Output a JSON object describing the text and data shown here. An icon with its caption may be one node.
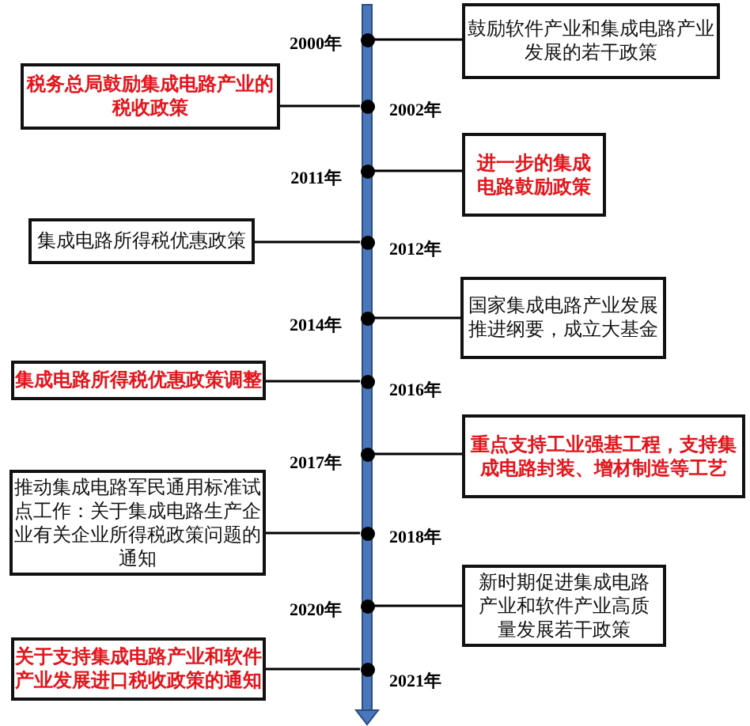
{
  "diagram": {
    "nodes": [
      {
        "text": [],
        "shape": "circle",
        "beside": [
          "2000年"
        ]
      },
      {
        "text": [
          "鼓励软件产业和集成电路产业发展的若干政策"
        ]
      },
      {
        "text": [],
        "shape": "circle",
        "beside": [
          "2002年"
        ]
      },
      {
        "text": [
          "税务总局鼓励集成电路产业的税收政策"
        ]
      },
      {
        "text": [],
        "shape": "circle",
        "beside": [
          "2011年"
        ]
      },
      {
        "text": [
          "进一步的集成电路鼓励政策"
        ]
      },
      {
        "text": [],
        "shape": "circle",
        "beside": [
          "2012年"
        ]
      },
      {
        "text": [
          "集成电路所得税优惠政策"
        ]
      },
      {
        "text": [],
        "shape": "circle",
        "beside": [
          "2014年"
        ]
      },
      {
        "text": [
          "国家集成电路产业发展推进纲要，成立大基金"
        ]
      },
      {
        "text": [],
        "shape": "circle",
        "beside": [
          "2016年"
        ]
      },
      {
        "text": [
          "集成电路所得税优惠政策调整"
        ]
      },
      {
        "text": [],
        "shape": "circle",
        "beside": [
          "2017年"
        ]
      },
      {
        "text": [
          "重点支持工业强基工程，支持集成电路封装、增材制造等工艺"
        ]
      },
      {
        "text": [],
        "shape": "circle",
        "beside": [
          "2018年"
        ]
      },
      {
        "text": [
          "推动集成电路军民通用标准试点工作：关于集成电路生产企业有关企业所得税政策问题的通知"
        ]
      },
      {
        "text": [],
        "shape": "circle",
        "beside": [
          "2020年"
        ]
      },
      {
        "text": [
          "新时期促进集成电路产业和软件产业高质量发展若干政策"
        ]
      },
      {
        "text": [],
        "shape": "circle",
        "beside": [
          "2021年"
        ]
      },
      {
        "text": [
          "关于支持集成电路产业和软件产业发展进口税收政策的通知"
        ]
      }
    ],
    "edges": [
      {
        "from": 0,
        "to": 1,
        "arrow": "none"
      },
      {
        "from": 2,
        "to": 3,
        "arrow": "none"
      },
      {
        "from": 4,
        "to": 5,
        "arrow": "none"
      },
      {
        "from": 6,
        "to": 7,
        "arrow": "none"
      },
      {
        "from": 8,
        "to": 9,
        "arrow": "none"
      },
      {
        "from": 10,
        "to": 11,
        "arrow": "none"
      },
      {
        "from": 12,
        "to": 13,
        "arrow": "none"
      },
      {
        "from": 14,
        "to": 15,
        "arrow": "none"
      },
      {
        "from": 16,
        "to": 17,
        "arrow": "none"
      },
      {
        "from": 18,
        "to": 19,
        "arrow": "none"
      }
    ]
  }
}
